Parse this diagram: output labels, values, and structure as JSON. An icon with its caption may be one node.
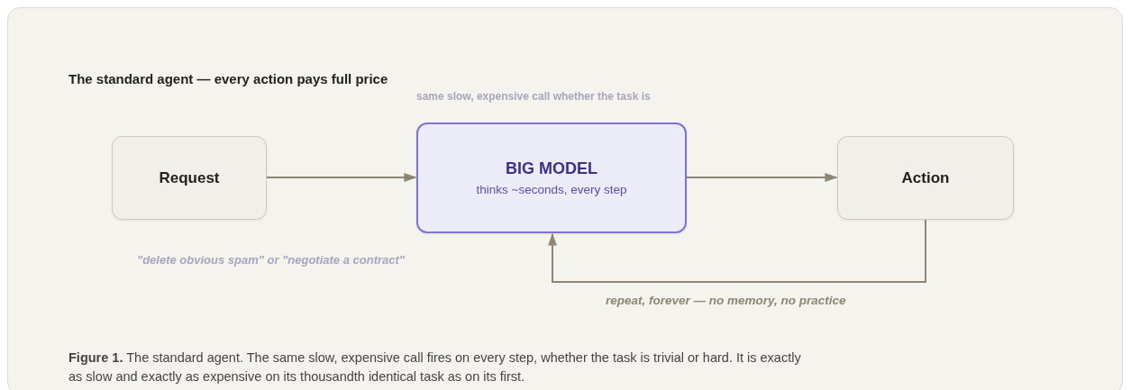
{
  "diagram": {
    "title": "The standard agent — every action pays full price",
    "caption": "**Figure 1.** The standard agent. The same slow, expensive call fires on every step, whether the task is trivial or hard. It is exactly as slow and exactly as expensive on its thousandth identical task as on its first.",
    "nodes": [
      {
        "text": [
          "Request"
        ]
      },
      {
        "text": [
          "BIG MODEL",
          "thinks ~seconds, every step"
        ]
      },
      {
        "text": [
          "Action"
        ]
      }
    ],
    "edges": [
      {
        "from": 0,
        "to": 1,
        "arrow": "to"
      },
      {
        "from": 1,
        "to": 2,
        "arrow": "to"
      },
      {
        "from": 2,
        "to": 1,
        "arrow": "to",
        "label": "repeat, forever — no memory, no practice"
      }
    ],
    "labels": [
      "same slow, expensive call whether the task is",
      "\"delete obvious spam\" or \"negotiate a contract\""
    ]
  }
}
